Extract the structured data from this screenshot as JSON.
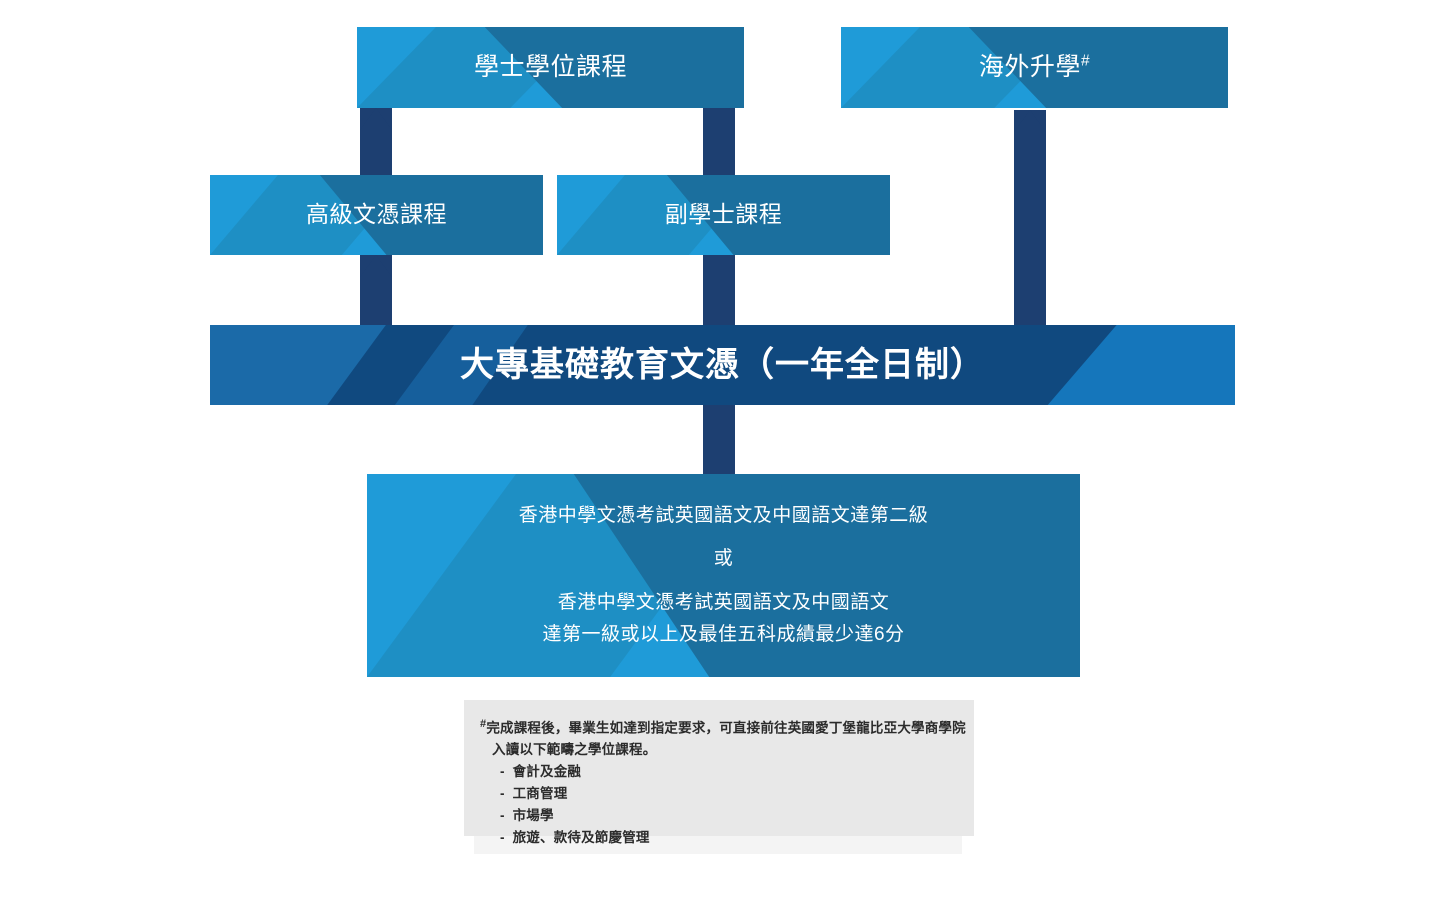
{
  "diagram": {
    "type": "progression-pathway-flowchart",
    "nodes": {
      "bachelor": {
        "label": "學士學位課程"
      },
      "overseas": {
        "label": "海外升學",
        "superscript": "#"
      },
      "higher_diploma": {
        "label": "高級文憑課程"
      },
      "associate_degree": {
        "label": "副學士課程"
      },
      "main_programme": {
        "label": "大專基礎教育文憑（一年全日制）"
      },
      "entry_requirements": {
        "line1": "香港中學文憑考試英國語文及中國語文達第二級",
        "line2": "或",
        "line3": "香港中學文憑考試英國語文及中國語文",
        "line4": "達第一級或以上及最佳五科成績最少達6分"
      }
    },
    "arrows": [
      {
        "name": "arrow-higher-diploma-to-bachelor",
        "from": "higher_diploma",
        "to": "bachelor"
      },
      {
        "name": "arrow-associate-degree-to-bachelor",
        "from": "associate_degree",
        "to": "bachelor"
      },
      {
        "name": "arrow-main-to-overseas",
        "from": "main_programme",
        "to": "overseas"
      },
      {
        "name": "arrow-main-to-higher-diploma",
        "from": "main_programme",
        "to": "higher_diploma"
      },
      {
        "name": "arrow-main-to-associate-degree",
        "from": "main_programme",
        "to": "associate_degree"
      },
      {
        "name": "arrow-requirements-to-main",
        "from": "entry_requirements",
        "to": "main_programme"
      }
    ]
  },
  "footnote": {
    "marker": "#",
    "line1": "完成課程後，畢業生如達到指定要求，可直接前往英國愛丁堡龍比亞大學商學院",
    "line2": "入讀以下範疇之學位課程。",
    "items": [
      "-  會計及金融",
      "-  工商管理",
      "-  市場學",
      "-  旅遊、款待及節慶管理"
    ]
  },
  "colors": {
    "light_blue": "#1f9bd8",
    "mid_blue": "#1e8fc4",
    "deep_blue": "#1b6f9e",
    "banner_dark": "#10497f",
    "banner_accent": "#1576bb",
    "arrow_navy": "#1d3f71",
    "footnote_bg": "#e8e8e8",
    "text_white": "#ffffff",
    "text_dark": "#2b2b2b"
  }
}
